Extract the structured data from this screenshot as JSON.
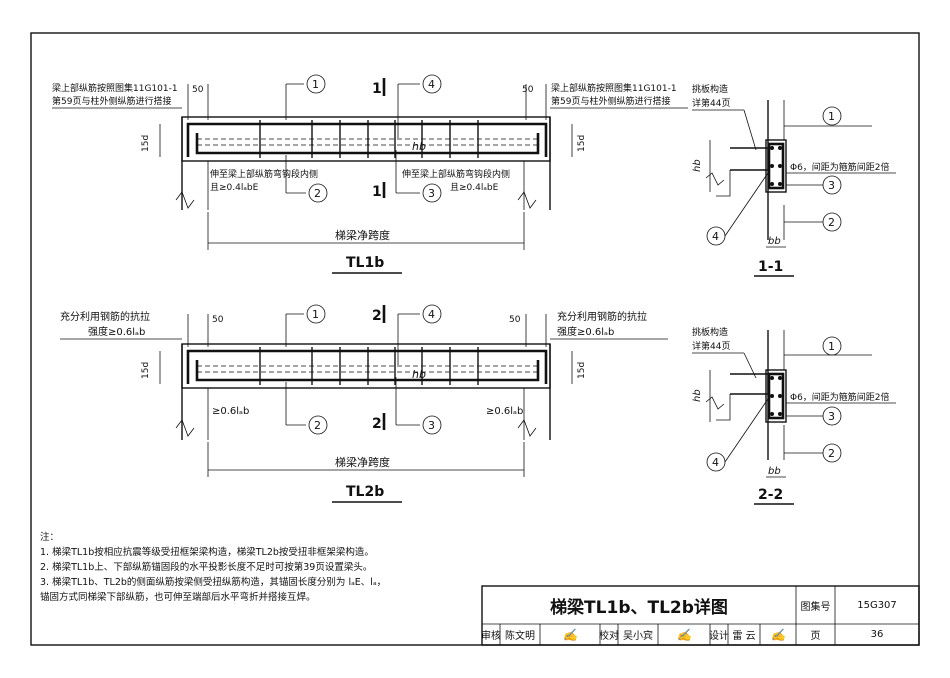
{
  "beam1": {
    "label": "TL1b",
    "section_marker": "1",
    "note_top_left": [
      "梁上部纵筋按照图集11G101-1",
      "第59页与柱外侧纵筋进行搭接"
    ],
    "note_top_right": [
      "梁上部纵筋按照图集11G101-1",
      "第59页与柱外侧纵筋进行搭接"
    ],
    "dim_50_left": "50",
    "dim_50_right": "50",
    "dim_15d": "15d",
    "hb": "hb",
    "lower_note_left": [
      "伸至梁上部纵筋弯钩段内侧",
      "且≥0.4lₐbE"
    ],
    "lower_note_right": [
      "伸至梁上部纵筋弯钩段内侧",
      "且≥0.4lₐbE"
    ],
    "span_label": "梯梁净跨度",
    "callouts": [
      "1",
      "2",
      "3",
      "4"
    ]
  },
  "beam2": {
    "label": "TL2b",
    "section_marker": "2",
    "note_top_left": [
      "充分利用钢筋的抗拉",
      "强度≥0.6lₐb"
    ],
    "note_top_right": [
      "充分利用钢筋的抗拉",
      "强度≥0.6lₐb"
    ],
    "dim_50_left": "50",
    "dim_50_right": "50",
    "dim_15d": "15d",
    "hb": "hb",
    "lower_left": "≥0.6lₐb",
    "lower_right": "≥0.6lₐb",
    "span_label": "梯梁净跨度",
    "callouts": [
      "1",
      "2",
      "3",
      "4"
    ]
  },
  "section1": {
    "label": "1-1",
    "note": [
      "挑板构造",
      "详第44页"
    ],
    "stirrup_note": "Φ6，间距为箍筋间距2倍",
    "hb": "hb",
    "bb": "bb",
    "callouts": [
      "1",
      "2",
      "3",
      "4"
    ]
  },
  "section2": {
    "label": "2-2",
    "note": [
      "挑板构造",
      "详第44页"
    ],
    "stirrup_note": "Φ6，间距为箍筋间距2倍",
    "hb": "hb",
    "bb": "bb",
    "callouts": [
      "1",
      "2",
      "3",
      "4"
    ]
  },
  "notes": {
    "heading": "注：",
    "items": [
      "1. 梯梁TL1b按相应抗震等级受扭框架梁构造，梯梁TL2b按受扭非框架梁构造。",
      "2. 梯梁TL1b上、下部纵筋锚固段的水平投影长度不足时可按第39页设置梁头。",
      "3. 梯梁TL1b、TL2b的侧面纵筋按梁侧受扭纵筋构造，其锚固长度分别为 lₐE、lₐ，",
      "   锚固方式同梯梁下部纵筋，也可伸至端部后水平弯折并搭接互焊。"
    ]
  },
  "title_block": {
    "title": "梯梁TL1b、TL2b详图",
    "atlas_label": "图集号",
    "atlas_no": "15G307",
    "review_label": "审核",
    "reviewer": "陈文明",
    "check_label": "校对",
    "checker": "吴小宾",
    "design_label": "设计",
    "designer": "雷 云",
    "page_label": "页",
    "page_no": "36"
  }
}
